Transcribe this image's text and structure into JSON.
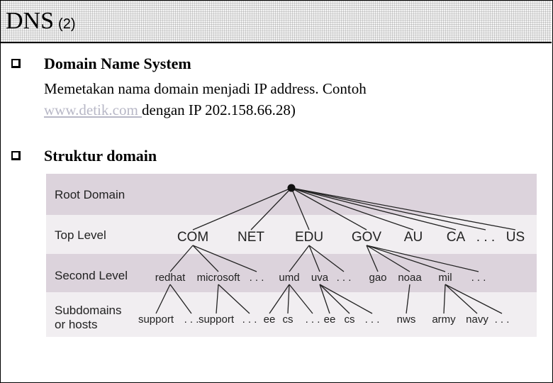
{
  "slide": {
    "title": "DNS",
    "title_suffix": "(2)",
    "bullets": [
      {
        "heading": "Domain Name System",
        "body_line1": "Memetakan nama domain menjadi IP address. Contoh",
        "link_text": "www.detik.com ",
        "body_line2_rest": "dengan IP 202.158.66.28)"
      },
      {
        "heading": "Struktur domain"
      }
    ]
  },
  "diagram": {
    "levels": [
      {
        "label": "Root Domain"
      },
      {
        "label": "Top Level"
      },
      {
        "label": "Second Level"
      },
      {
        "label_line1": "Subdomains",
        "label_line2": "or hosts"
      }
    ],
    "top_level": [
      "COM",
      "NET",
      "EDU",
      "GOV",
      "AU",
      "CA",
      ". . .",
      "US"
    ],
    "second_level": [
      "redhat",
      "microsoft",
      ". . .",
      "umd",
      "uva",
      ". . .",
      "gao",
      "noaa",
      "mil",
      ". . ."
    ],
    "hosts": [
      "support",
      ". . .",
      "support",
      ". . .",
      "ee",
      "cs",
      ". . .",
      "ee",
      "cs",
      ". . .",
      "nws",
      "army",
      "navy",
      ". . ."
    ],
    "colors": {
      "band_dark": "#dcd3dc",
      "band_light": "#f1eef1",
      "lines": "#222222"
    }
  }
}
